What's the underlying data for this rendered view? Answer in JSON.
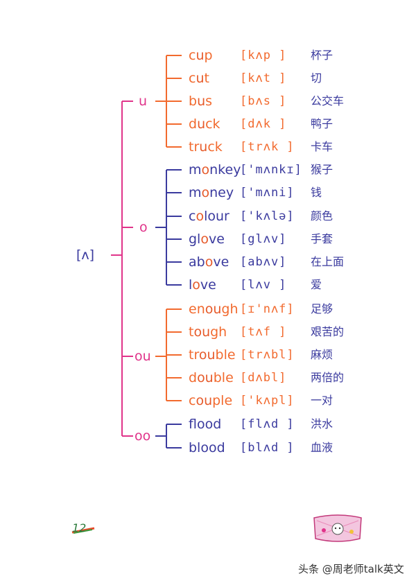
{
  "colors": {
    "orange": "#f26a2e",
    "purple": "#3a3a9e",
    "pink": "#e0348a",
    "highlight": "#e65a2a"
  },
  "root": {
    "label": "[ʌ]"
  },
  "groups": [
    {
      "label": "u",
      "entries": [
        {
          "pre": "c",
          "hl": "u",
          "post": "p",
          "ipa": "[kʌp ]",
          "cn": "杯子"
        },
        {
          "pre": "c",
          "hl": "u",
          "post": "t",
          "ipa": "[kʌt ]",
          "cn": "切"
        },
        {
          "pre": "b",
          "hl": "u",
          "post": "s",
          "ipa": "[bʌs ]",
          "cn": "公交车"
        },
        {
          "pre": "d",
          "hl": "u",
          "post": "ck",
          "ipa": "[dʌk ]",
          "cn": "鸭子"
        },
        {
          "pre": "tr",
          "hl": "u",
          "post": "ck",
          "ipa": "[trʌk ]",
          "cn": "卡车"
        }
      ]
    },
    {
      "label": "o",
      "entries": [
        {
          "pre": "m",
          "hl": "o",
          "post": "nkey",
          "ipa": "['mʌnkɪ]",
          "cn": "猴子"
        },
        {
          "pre": "m",
          "hl": "o",
          "post": "ney",
          "ipa": "['mʌni]",
          "cn": "钱"
        },
        {
          "pre": "c",
          "hl": "o",
          "post": "lour",
          "ipa": "['kʌlə]",
          "cn": "颜色"
        },
        {
          "pre": "gl",
          "hl": "o",
          "post": "ve",
          "ipa": "[glʌv]",
          "cn": "手套"
        },
        {
          "pre": "ab",
          "hl": "o",
          "post": "ve",
          "ipa": "[abʌv]",
          "cn": "在上面"
        },
        {
          "pre": "l",
          "hl": "o",
          "post": "ve",
          "ipa": "[lʌv ]",
          "cn": "爱"
        }
      ]
    },
    {
      "label": "ou",
      "entries": [
        {
          "pre": "en",
          "hl": "ou",
          "post": "gh",
          "ipa": "[ɪ'nʌf]",
          "cn": "足够"
        },
        {
          "pre": "t",
          "hl": "ou",
          "post": "gh",
          "ipa": "[tʌf ]",
          "cn": "艰苦的"
        },
        {
          "pre": "tr",
          "hl": "ou",
          "post": "ble",
          "ipa": "[trʌbl]",
          "cn": "麻烦"
        },
        {
          "pre": "d",
          "hl": "ou",
          "post": "ble",
          "ipa": "[dʌbl]",
          "cn": "两倍的"
        },
        {
          "pre": "c",
          "hl": "ou",
          "post": "ple",
          "ipa": "['kʌpl]",
          "cn": "一对"
        }
      ]
    },
    {
      "label": "oo",
      "entries": [
        {
          "pre": "fl",
          "hl": "oo",
          "post": "d",
          "ipa": "[flʌd ]",
          "cn": "洪水"
        },
        {
          "pre": "bl",
          "hl": "oo",
          "post": "d",
          "ipa": "[blʌd ]",
          "cn": "血液"
        }
      ]
    }
  ],
  "page_number": "12",
  "watermark": "头条 @周老师talk英文"
}
